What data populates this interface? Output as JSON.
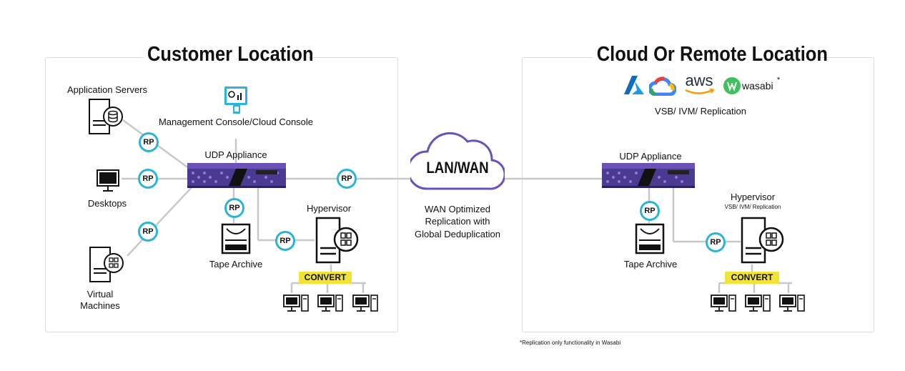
{
  "customer": {
    "title": "Customer Location",
    "app_servers": "Application Servers",
    "mgmt_console": "Management Console/Cloud Console",
    "udp_appliance": "UDP Appliance",
    "desktops": "Desktops",
    "virtual_machines_1": "Virtual",
    "virtual_machines_2": "Machines",
    "tape_archive": "Tape Archive",
    "hypervisor": "Hypervisor",
    "convert": "CONVERT"
  },
  "wan": {
    "cloud_label": "LAN/WAN",
    "line1": "WAN Optimized",
    "line2": "Replication with",
    "line3": "Global Deduplication"
  },
  "remote": {
    "title": "Cloud Or Remote Location",
    "providers_caption": "VSB/ IVM/ Replication",
    "wasabi": "wasabi",
    "wasabi_mark": "*",
    "aws": "aws",
    "udp_appliance": "UDP Appliance",
    "hypervisor": "Hypervisor",
    "hypervisor_sub": "VSB/ IVM/ Replication",
    "tape_archive": "Tape Archive",
    "convert": "CONVERT"
  },
  "footnote": "*Replication only functionality in Wasabi",
  "rp_label": "RP",
  "colors": {
    "accent_cyan": "#2bb3d8",
    "appliance_purple": "#6a52b8",
    "convert_yellow": "#f2e33a"
  }
}
